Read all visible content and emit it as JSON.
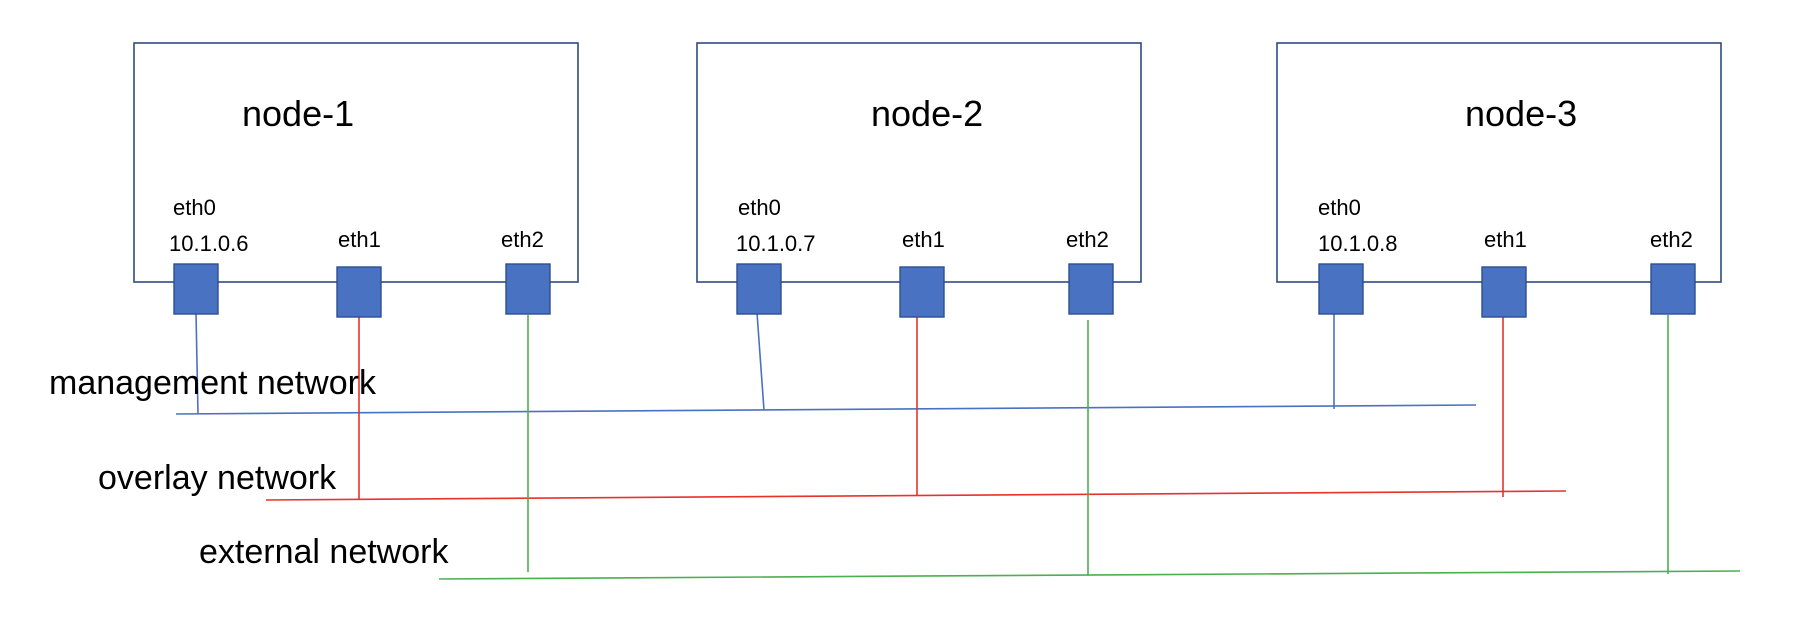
{
  "nodes": [
    {
      "name": "node-1",
      "ports": [
        {
          "label": "eth0",
          "ip": "10.1.0.6"
        },
        {
          "label": "eth1"
        },
        {
          "label": "eth2"
        }
      ]
    },
    {
      "name": "node-2",
      "ports": [
        {
          "label": "eth0",
          "ip": "10.1.0.7"
        },
        {
          "label": "eth1"
        },
        {
          "label": "eth2"
        }
      ]
    },
    {
      "name": "node-3",
      "ports": [
        {
          "label": "eth0",
          "ip": "10.1.0.8"
        },
        {
          "label": "eth1"
        },
        {
          "label": "eth2"
        }
      ]
    }
  ],
  "networks": [
    {
      "name": "management network",
      "color": "#4a72c2",
      "interface": "eth0"
    },
    {
      "name": "overlay network",
      "color": "#e8322a",
      "interface": "eth1"
    },
    {
      "name": "external network",
      "color": "#4caf50",
      "interface": "eth2"
    }
  ]
}
